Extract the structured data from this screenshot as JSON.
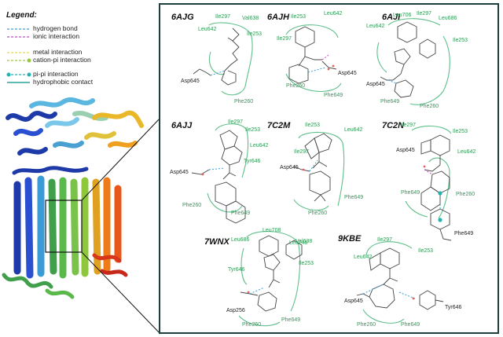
{
  "legend": {
    "title": "Legend:",
    "items": [
      {
        "label": "hydrogen bond",
        "color": "#3aa0d8",
        "style": "dashed"
      },
      {
        "label": "ionic interaction",
        "color": "#c24bc2",
        "style": "dashed"
      },
      {
        "label": "metal interaction",
        "color": "#e8d84a",
        "style": "dashed"
      },
      {
        "label": "cation-pi interaction",
        "color": "#9cc63a",
        "style": "dashed-dot"
      },
      {
        "label": "pi-pi interaction",
        "color": "#22b3b3",
        "style": "dashed-dot"
      },
      {
        "label": "hydrophobic contact",
        "color": "#2aa39b",
        "style": "solid"
      }
    ]
  },
  "colors": {
    "residue_green": "#2e9a55",
    "panel_border": "#1f3f3f",
    "contour": "#5fbf8a"
  },
  "complexes": [
    {
      "id": "6AJG",
      "residues": [
        "Ile297",
        "Val638",
        "Leu642",
        "Ile253",
        "Asp645",
        "Phe260"
      ]
    },
    {
      "id": "6AJH",
      "residues": [
        "Ile253",
        "Leu642",
        "Ile297",
        "Asp645",
        "Phe260",
        "Phe649"
      ]
    },
    {
      "id": "6AJI",
      "residues": [
        "Leu706",
        "Ile297",
        "Leu686",
        "Leu642",
        "Ile253",
        "Asp645",
        "Phe649",
        "Phe260"
      ]
    },
    {
      "id": "6AJJ",
      "residues": [
        "Ile297",
        "Ile253",
        "Leu642",
        "Tyr646",
        "Asp645",
        "Phe260",
        "Phe649"
      ]
    },
    {
      "id": "7C2M",
      "residues": [
        "Ile253",
        "Leu642",
        "Ile297",
        "Asp645",
        "Phe649",
        "Phe260"
      ]
    },
    {
      "id": "7C2N",
      "residues": [
        "Ile297",
        "Ile253",
        "Leu642",
        "Asp645",
        "Phe649",
        "Phe260",
        "Phe649"
      ]
    },
    {
      "id": "7WNX",
      "residues": [
        "Leu708",
        "Val638",
        "Leu686",
        "Leu248",
        "Ile253",
        "Tyr646",
        "Asp256",
        "Phe260",
        "Phe649"
      ]
    },
    {
      "id": "9KBE",
      "residues": [
        "Ile297",
        "Ile253",
        "Leu642",
        "Asp645",
        "Tyr646",
        "Phe260",
        "Phe649"
      ]
    }
  ]
}
